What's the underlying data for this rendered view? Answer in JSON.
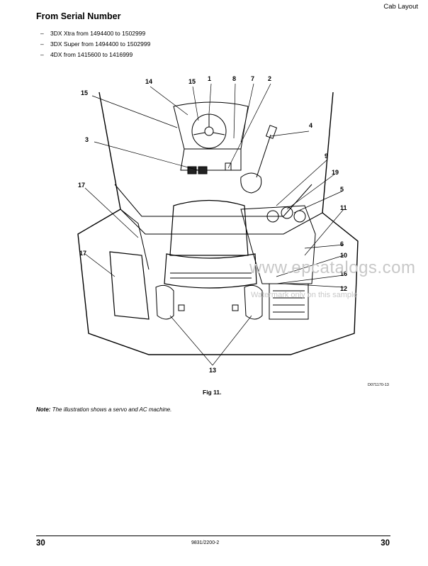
{
  "header": {
    "section": "Cab Layout"
  },
  "title": "From Serial Number",
  "serial_ranges": [
    "3DX Xtra from 1494400 to 1502999",
    "3DX Super from 1494400 to 1502999",
    "4DX from 1415600 to 1416999"
  ],
  "list_dash": "–",
  "figure": {
    "caption": "Fig 11.",
    "ref": "D071170-13",
    "callouts": [
      "14",
      "15",
      "1",
      "8",
      "7",
      "2",
      "15",
      "4",
      "3",
      "9",
      "19",
      "5",
      "17",
      "11",
      "6",
      "17",
      "10",
      "16",
      "12",
      "13"
    ]
  },
  "note_label": "Note:",
  "note_text": " The illustration shows a servo and AC machine.",
  "watermark": {
    "site": "www.epcatalogs.com",
    "sample": "Watermark only on this sample"
  },
  "footer": {
    "page_left": "30",
    "doc_no": "9831/2200-2",
    "page_right": "30"
  }
}
